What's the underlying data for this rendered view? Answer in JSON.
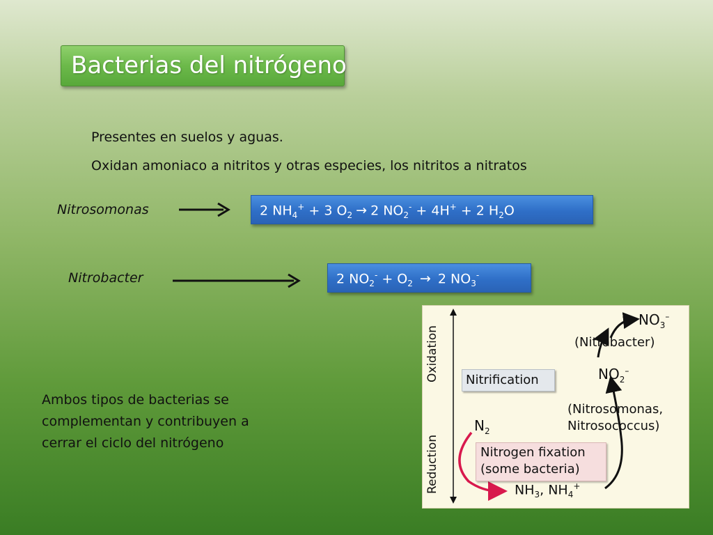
{
  "slide": {
    "title": "Bacterias del nitrógeno",
    "line1": "Presentes en suelos y aguas.",
    "line2": "Oxidan amoniaco a nitritos y otras especies, los nitritos a nitratos",
    "organism1": "Nitrosomonas",
    "organism2": "Nitrobacter",
    "footer_line1": "Ambos tipos de bacterias se",
    "footer_line2": "complementan y contribuyen a",
    "footer_line3": "cerrar el ciclo del nitrógeno"
  },
  "formula1": {
    "a": "2 NH",
    "a_sub": "4",
    "a_sup": "+",
    "b": " + 3 O",
    "b_sub": "2",
    "arrow": "→",
    "c": "2 NO",
    "c_sub": "2",
    "c_sup": "-",
    "d": " + 4H",
    "d_sup": "+",
    "e": " + 2 H",
    "e_sub": "2",
    "f": "O"
  },
  "formula2": {
    "a": "2 NO",
    "a_sub": "2",
    "a_sup": "-",
    "b": " + O",
    "b_sub": "2",
    "arrow": "→",
    "c": "2 NO",
    "c_sub": "3",
    "c_sup": "-"
  },
  "diagram": {
    "axis_top": "Oxidation",
    "axis_bottom": "Reduction",
    "nitrification": "Nitrification",
    "no3": "NO",
    "no3_sub": "3",
    "no3_sup": "–",
    "nitrobacter": "(Nitrobacter)",
    "no2": "NO",
    "no2_sub": "2",
    "no2_sup": "–",
    "nitrosomonas": "(Nitrosomonas,",
    "nitrosococcus": "Nitrosococcus)",
    "n2": "N",
    "n2_sub": "2",
    "fix1": "Nitrogen fixation",
    "fix2": "(some bacteria)",
    "nh3": "NH",
    "nh3_sub": "3",
    "nh_sep": ", NH",
    "nh4_sub": "4",
    "nh4_sup": "+",
    "colors": {
      "fix_arrow": "#d8194d",
      "box_fill": "#f6dede"
    }
  }
}
